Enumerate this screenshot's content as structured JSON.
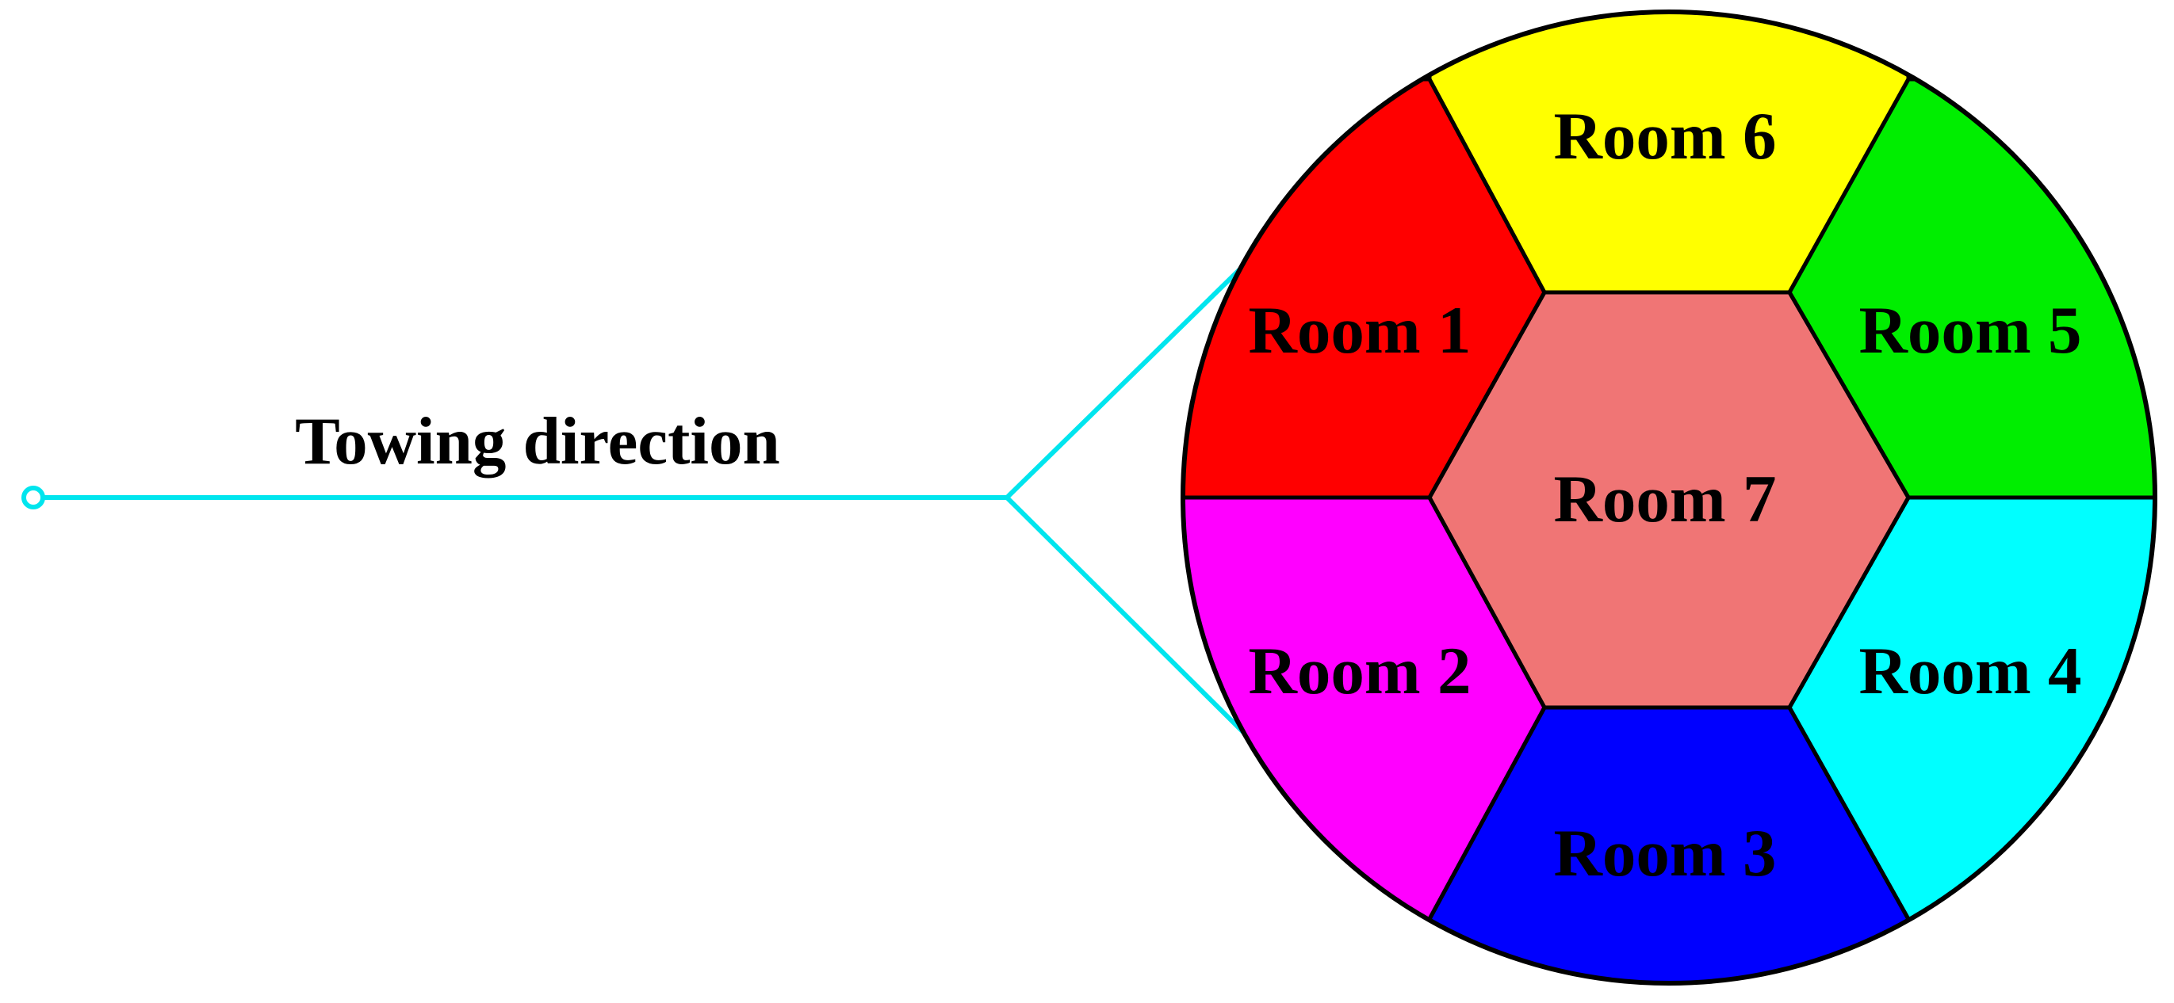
{
  "towing": {
    "label": "Towing direction",
    "line_color": "#00e5ee"
  },
  "rooms": [
    {
      "id": "room-1",
      "label": "Room 1",
      "color": "#ff0000"
    },
    {
      "id": "room-2",
      "label": "Room 2",
      "color": "#ff00ff"
    },
    {
      "id": "room-3",
      "label": "Room 3",
      "color": "#0000ff"
    },
    {
      "id": "room-4",
      "label": "Room 4",
      "color": "#00ffff"
    },
    {
      "id": "room-5",
      "label": "Room 5",
      "color": "#00ee00"
    },
    {
      "id": "room-6",
      "label": "Room 6",
      "color": "#ffff00"
    },
    {
      "id": "room-7",
      "label": "Room 7",
      "color": "#f07575"
    }
  ],
  "outline_color": "#000000"
}
